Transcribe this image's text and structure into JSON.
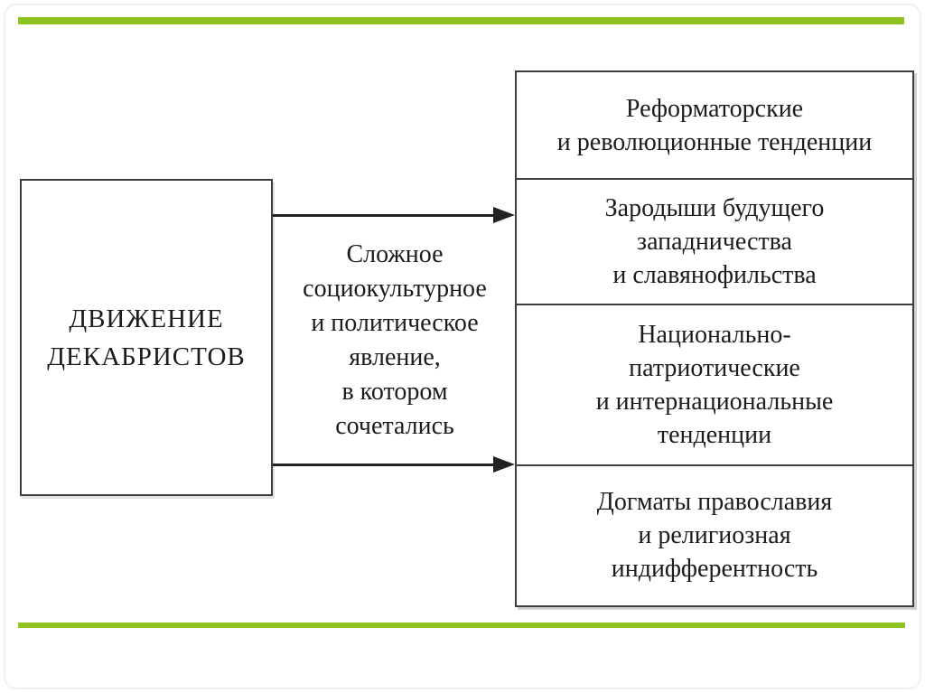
{
  "slide": {
    "accent_color": "#8fc31f",
    "box_border_color": "#3d3d3d",
    "text_color": "#1c1c1c"
  },
  "left_box": {
    "lines": [
      "ДВИЖЕНИЕ",
      "ДЕКАБРИСТОВ"
    ]
  },
  "connector": {
    "lines": [
      "Сложное",
      "социокультурное",
      "и политическое",
      "явление,",
      "в котором",
      "сочетались"
    ]
  },
  "right_boxes": [
    {
      "lines": [
        "Реформаторские",
        "и революционные тенденции"
      ]
    },
    {
      "lines": [
        "Зародыши будущего",
        "западничества",
        "и славянофильства"
      ]
    },
    {
      "lines": [
        "Национально-",
        "патриотические",
        "и интернациональные",
        "тенденции"
      ]
    },
    {
      "lines": [
        "Догматы православия",
        "и религиозная",
        "индифферентность"
      ]
    }
  ]
}
